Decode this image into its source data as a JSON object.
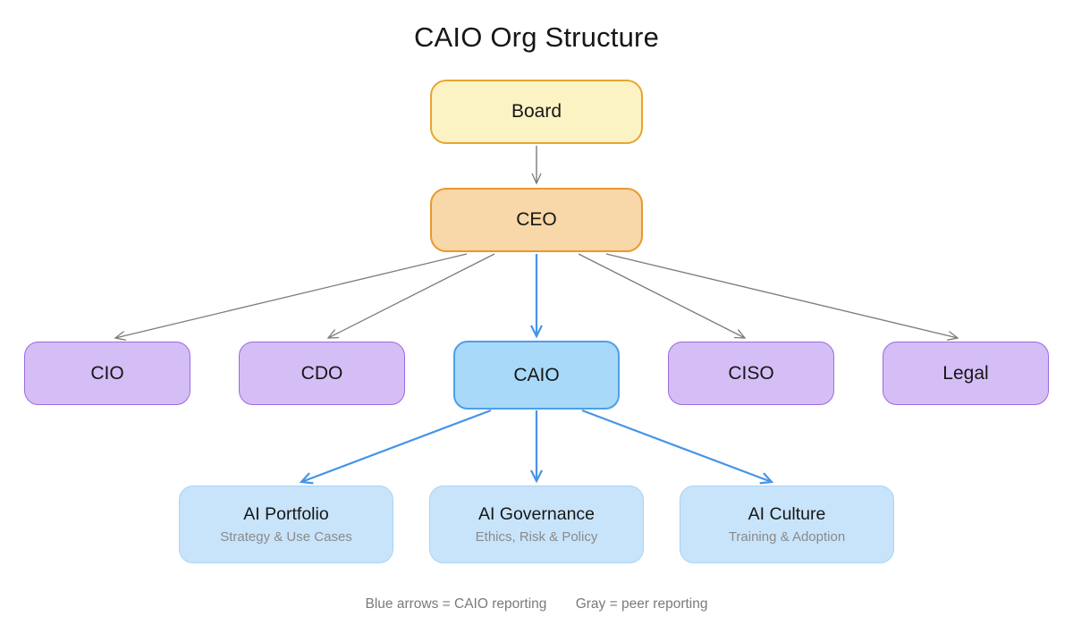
{
  "title": "CAIO Org Structure",
  "nodes": {
    "board": {
      "label": "Board",
      "fill": "#FCF3C4",
      "border": "#E8A430"
    },
    "ceo": {
      "label": "CEO",
      "fill": "#F8D7A8",
      "border": "#E8992B"
    },
    "cio": {
      "label": "CIO",
      "fill": "#D4BEF5",
      "border": "#9B6BE0"
    },
    "cdo": {
      "label": "CDO",
      "fill": "#D4BEF5",
      "border": "#9B6BE0"
    },
    "caio": {
      "label": "CAIO",
      "fill": "#A9D9F9",
      "border": "#4C9FE8"
    },
    "ciso": {
      "label": "CISO",
      "fill": "#D4BEF5",
      "border": "#9B6BE0"
    },
    "legal": {
      "label": "Legal",
      "fill": "#D4BEF5",
      "border": "#9B6BE0"
    }
  },
  "teams": [
    {
      "title": "AI Portfolio",
      "subtitle": "Strategy & Use Cases"
    },
    {
      "title": "AI Governance",
      "subtitle": "Ethics, Risk & Policy"
    },
    {
      "title": "AI Culture",
      "subtitle": "Training & Adoption"
    }
  ],
  "legend": {
    "blue": "Blue arrows = CAIO reporting",
    "gray": "Gray = peer reporting"
  },
  "colors": {
    "blue_arrow": "#4694E8",
    "gray_arrow": "#7B7B7B",
    "team_fill": "#C8E4FA",
    "team_border": "#A9D3F5"
  }
}
